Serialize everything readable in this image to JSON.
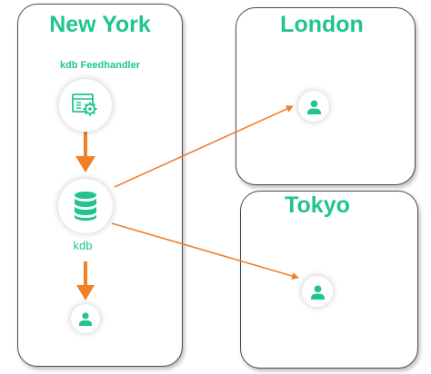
{
  "regions": {
    "new_york": {
      "title": "New York",
      "feedhandler_label": "kdb Feedhandler",
      "kdb_label": "kdb"
    },
    "london": {
      "title": "London"
    },
    "tokyo": {
      "title": "Tokyo"
    }
  },
  "colors": {
    "accent": "#1fc48e",
    "arrow": "#f07f2a",
    "border": "#4a4a4a"
  },
  "icons": [
    "feedhandler-gear-icon",
    "database-icon",
    "user-icon"
  ]
}
